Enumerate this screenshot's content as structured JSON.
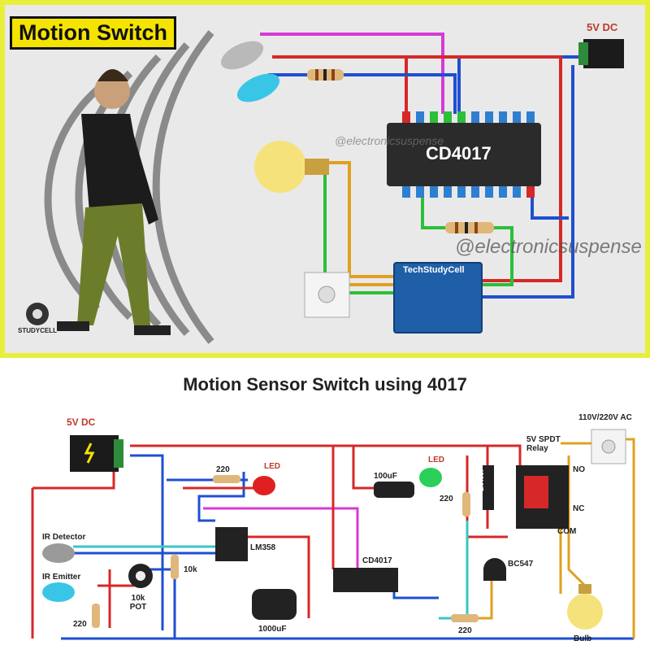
{
  "top_panel": {
    "title": "Motion Switch",
    "power_label": "5V DC",
    "ic_label": "CD4017",
    "relay_label": "TechStudyCell",
    "watermark_small": "@electronicsuspense",
    "watermark_large": "@electronicsuspense",
    "logo_text": "STUDYCELL"
  },
  "bottom_panel": {
    "heading": "Motion Sensor Switch using 4017",
    "labels": {
      "power": "5V DC",
      "ac": "110V/220V AC",
      "relay": "5V SPDT Relay",
      "no": "NO",
      "nc": "NC",
      "com": "COM",
      "led1": "LED",
      "led2": "LED",
      "r220a": "220",
      "r220b": "220",
      "r220c": "220",
      "r220d": "220",
      "cap100": "100uF",
      "cap1000": "1000uF",
      "diode": "1N4007",
      "lm358": "LM358",
      "cd4017": "CD4017",
      "bc547": "BC547",
      "ir_detector": "IR Detector",
      "ir_emitter": "IR Emitter",
      "pot": "10k POT",
      "r10k": "10k",
      "bulb": "Bulb"
    }
  },
  "colors": {
    "red": "#d62828",
    "blue": "#1f4fd1",
    "magenta": "#d63ad6",
    "green": "#2bbf3a",
    "orange": "#e0a020",
    "cyan": "#39c6c6",
    "yellow_border": "#e8ef3a"
  }
}
